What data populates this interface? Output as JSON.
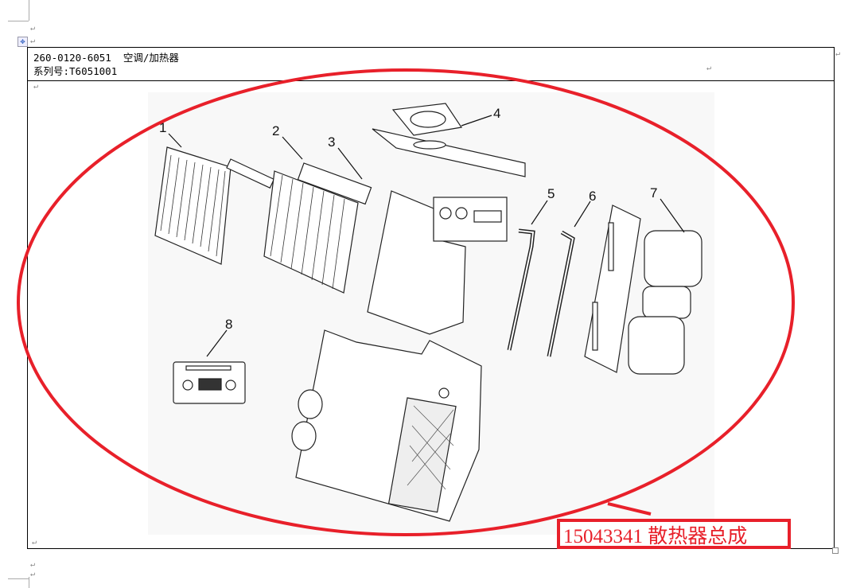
{
  "header": {
    "part_line": "260-0120-6051  空调/加热器",
    "serial_line": "系列号:T6051001"
  },
  "diagram": {
    "callouts": [
      "1",
      "2",
      "3",
      "4",
      "5",
      "6",
      "7",
      "8"
    ]
  },
  "annotation": {
    "label": "15043341 散热器总成",
    "color": "#e8202a"
  },
  "marks": {
    "paragraph": "↵"
  }
}
